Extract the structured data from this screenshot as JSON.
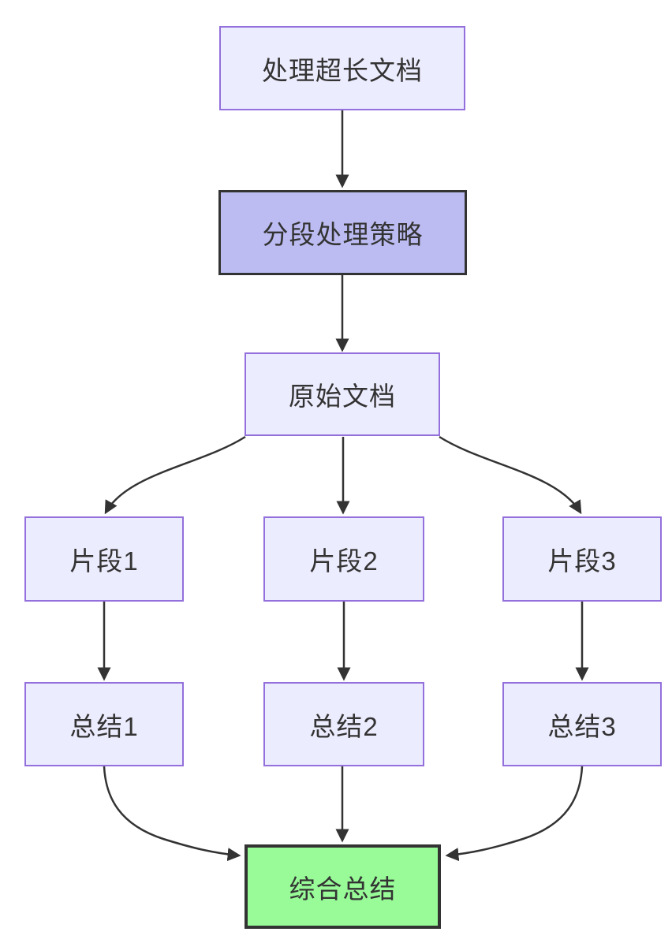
{
  "diagram": {
    "type": "flowchart",
    "direction": "top-down",
    "background": "#FFFFFF",
    "text_color": "#333333",
    "edge_color": "#333333",
    "nodes": {
      "process": {
        "label": "处理超长文档",
        "fill": "#ECECFF",
        "border": "#9370DB"
      },
      "strategy": {
        "label": "分段处理策略",
        "fill": "#BCBCF2",
        "border": "#333333"
      },
      "original": {
        "label": "原始文档",
        "fill": "#ECECFF",
        "border": "#9370DB"
      },
      "fragment1": {
        "label": "片段1",
        "fill": "#ECECFF",
        "border": "#9370DB"
      },
      "fragment2": {
        "label": "片段2",
        "fill": "#ECECFF",
        "border": "#9370DB"
      },
      "fragment3": {
        "label": "片段3",
        "fill": "#ECECFF",
        "border": "#9370DB"
      },
      "summary1": {
        "label": "总结1",
        "fill": "#ECECFF",
        "border": "#9370DB"
      },
      "summary2": {
        "label": "总结2",
        "fill": "#ECECFF",
        "border": "#9370DB"
      },
      "summary3": {
        "label": "总结3",
        "fill": "#ECECFF",
        "border": "#9370DB"
      },
      "final": {
        "label": "综合总结",
        "fill": "#98FB98",
        "border": "#333333"
      }
    },
    "edges": [
      {
        "from": "处理超长文档",
        "to": "分段处理策略"
      },
      {
        "from": "分段处理策略",
        "to": "原始文档"
      },
      {
        "from": "原始文档",
        "to": "片段1"
      },
      {
        "from": "原始文档",
        "to": "片段2"
      },
      {
        "from": "原始文档",
        "to": "片段3"
      },
      {
        "from": "片段1",
        "to": "总结1"
      },
      {
        "from": "片段2",
        "to": "总结2"
      },
      {
        "from": "片段3",
        "to": "总结3"
      },
      {
        "from": "总结1",
        "to": "综合总结"
      },
      {
        "from": "总结2",
        "to": "综合总结"
      },
      {
        "from": "总结3",
        "to": "综合总结"
      }
    ]
  }
}
